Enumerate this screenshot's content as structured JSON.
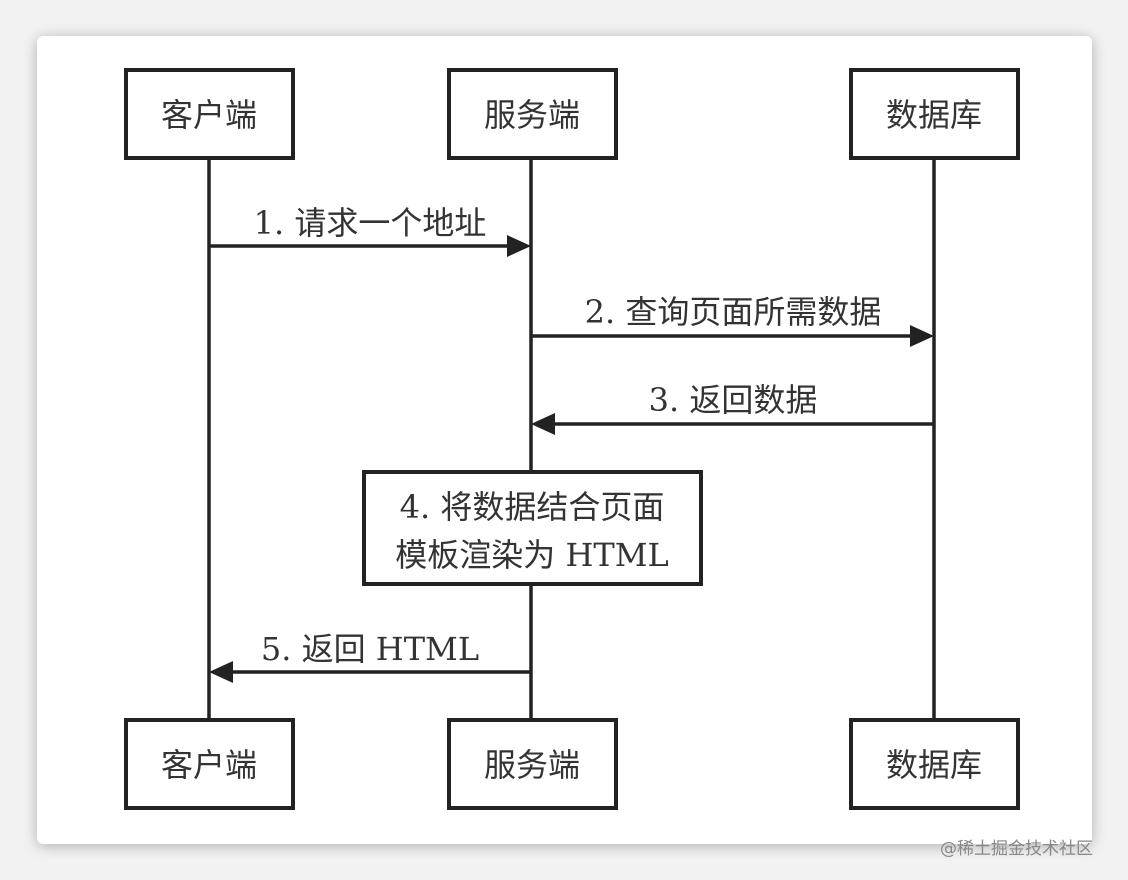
{
  "participants": [
    {
      "id": "client",
      "label": "客户端"
    },
    {
      "id": "server",
      "label": "服务端"
    },
    {
      "id": "database",
      "label": "数据库"
    }
  ],
  "messages": [
    {
      "label": "1. 请求一个地址",
      "from": "client",
      "to": "server"
    },
    {
      "label": "2. 查询页面所需数据",
      "from": "server",
      "to": "database"
    },
    {
      "label": "3. 返回数据",
      "from": "database",
      "to": "server"
    },
    {
      "label": "5. 返回 HTML",
      "from": "server",
      "to": "client"
    }
  ],
  "process_box": {
    "line1": "4. 将数据结合页面",
    "line2": "模板渲染为 HTML"
  },
  "watermark": "@稀土掘金技术社区",
  "colors": {
    "stroke": "#222222",
    "text": "#333333",
    "watermark": "#888888"
  }
}
